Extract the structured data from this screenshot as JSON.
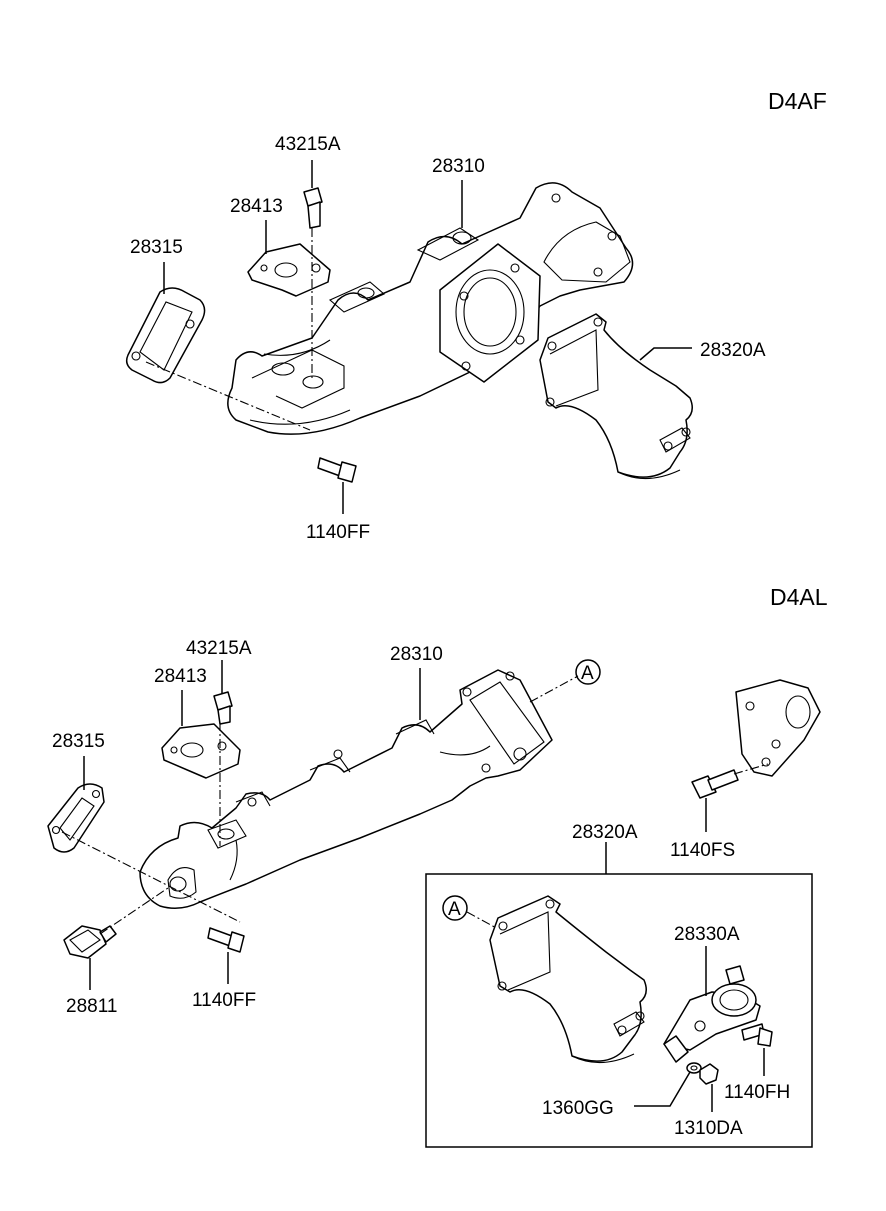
{
  "sections": {
    "top": {
      "engine_code": "D4AF"
    },
    "bottom": {
      "engine_code": "D4AL"
    }
  },
  "top_labels": {
    "bolt_top": "43215A",
    "bracket": "28413",
    "manifold": "28310",
    "gasket": "28315",
    "pipe": "28320A",
    "bolt_bottom": "1140FF"
  },
  "bottom_labels": {
    "bolt_top": "43215A",
    "bracket": "28413",
    "manifold": "28310",
    "gasket": "28315",
    "sensor": "28811",
    "bolt_bottom": "1140FF",
    "flange_bolt": "1140FS",
    "pipe_assembly": "28320A",
    "actuator": "28330A",
    "actuator_bolt": "1140FH",
    "washer": "1360GG",
    "nut": "1310DA"
  },
  "markers": {
    "ref_a": "A"
  }
}
